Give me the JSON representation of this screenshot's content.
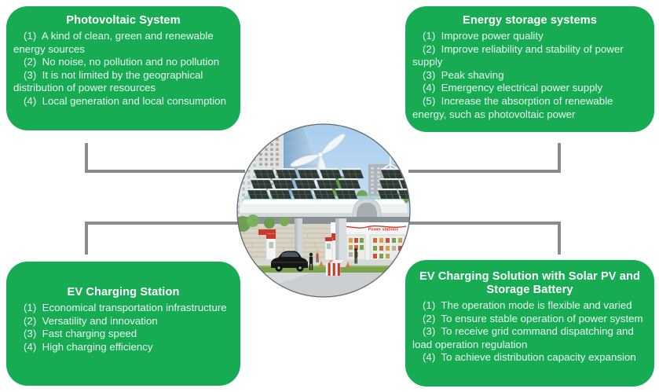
{
  "cards": {
    "photovoltaic": {
      "title": "Photovoltaic System",
      "items": [
        "(1)  A kind of clean, green and renewable energy sources",
        "(2)  No noise, no pollution and no pollution",
        "(3)  It is not limited by the geographical distribution of power resources",
        "(4)  Local generation and local consumption"
      ]
    },
    "energy_storage": {
      "title": "Energy storage systems",
      "items": [
        "(1)  Improve power quality",
        "(2)  Improve reliability and stability of power supply",
        "(3)  Peak shaving",
        "(4)  Emergency electrical power supply",
        "(5)  Increase the absorption of renewable energy, such as photovoltaic power"
      ]
    },
    "ev_station": {
      "title": "EV Charging Station",
      "items": [
        "(1)  Economical transportation infrastructure",
        "(2)  Versatility and innovation",
        "(3)  Fast charging speed",
        "(4)  High charging efficiency"
      ]
    },
    "ev_solution": {
      "title": "EV Charging Solution with Solar PV and Storage Battery",
      "items": [
        "(1)  The operation mode is flexible and varied",
        "(2)  To ensure stable operation of power system",
        "(3)  To receive grid command dispatching and load operation regulation",
        "(4)  To achieve distribution capacity expansion"
      ]
    }
  },
  "center_image": {
    "store_sign": "Power stations"
  },
  "colors": {
    "card_green": "#17AC53",
    "connector_gray": "#8B8B8B",
    "title_text": "#FFFFFF",
    "body_text": "#EAF8EF",
    "sign_red": "#CB382C"
  }
}
